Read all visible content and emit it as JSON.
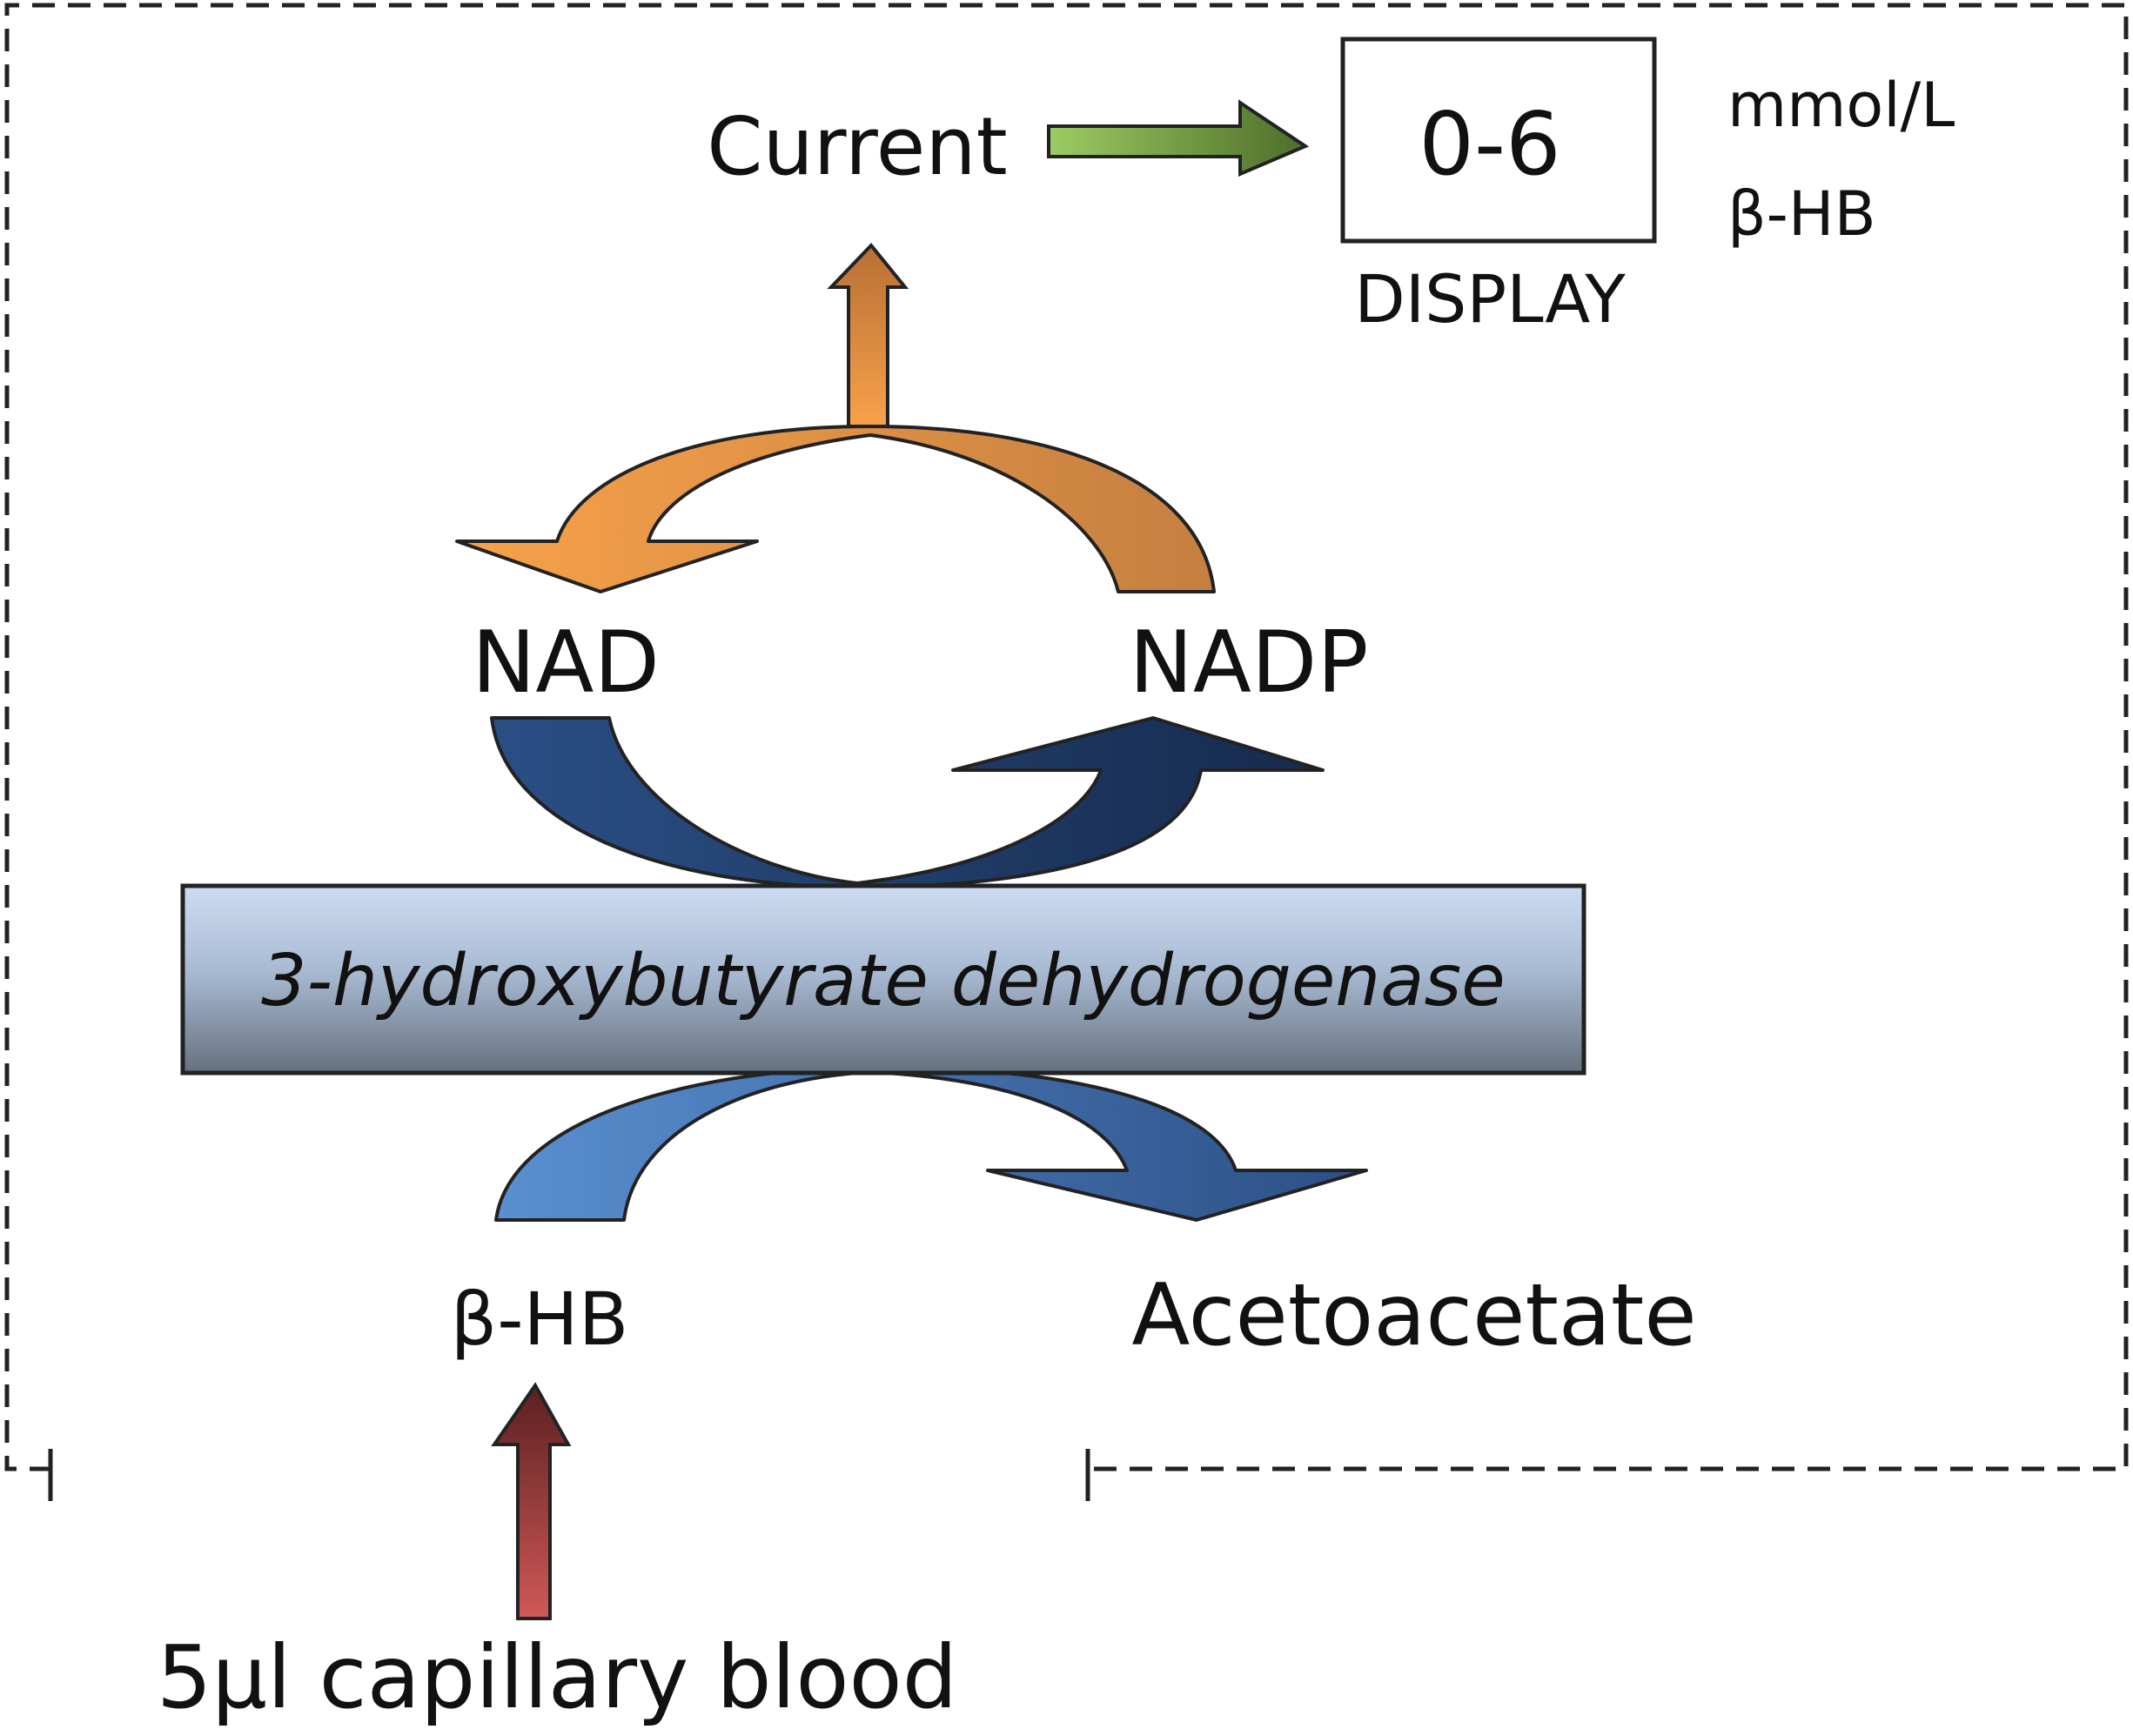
{
  "labels": {
    "current": "Current",
    "display_value": "0-6",
    "display_caption": "DISPLAY",
    "unit": "mmol/L",
    "unit_analyte": "β-HB",
    "nad": "NAD",
    "nadp": "NADP",
    "enzyme": "3-hydroxybutyrate dehydrogenase",
    "substrate": "β-HB",
    "product": "Acetoacetate",
    "sample": "5µl capillary blood"
  },
  "colors": {
    "orange_light": "#f7a24a",
    "orange_dark": "#b8733a",
    "blue_dark": "#1f3a66",
    "blue_light": "#4a7fc1",
    "green_light": "#9dcc62",
    "green_dark": "#4d6e2a",
    "red_dark": "#5a2020",
    "red_light": "#c85050",
    "enzyme_top": "#c9daf2",
    "enzyme_bottom": "#6c7888"
  }
}
